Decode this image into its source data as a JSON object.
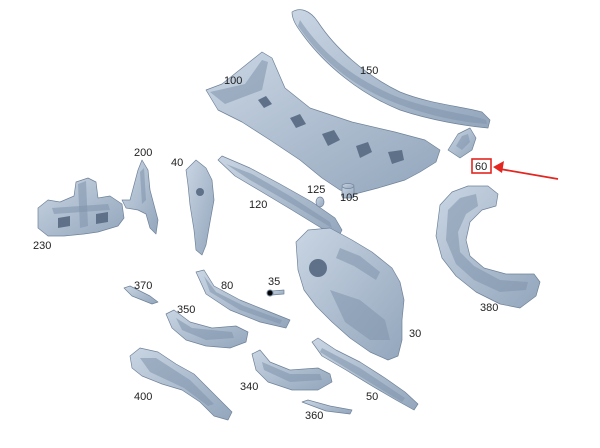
{
  "callouts": [
    {
      "number": "150"
    },
    {
      "number": "100"
    },
    {
      "number": "200"
    },
    {
      "number": "40"
    },
    {
      "number": "125"
    },
    {
      "number": "105"
    },
    {
      "number": "60",
      "highlighted": true
    },
    {
      "number": "120"
    },
    {
      "number": "230"
    },
    {
      "number": "370"
    },
    {
      "number": "80"
    },
    {
      "number": "35"
    },
    {
      "number": "350"
    },
    {
      "number": "380"
    },
    {
      "number": "30"
    },
    {
      "number": "400"
    },
    {
      "number": "340"
    },
    {
      "number": "50"
    },
    {
      "number": "360"
    }
  ],
  "colors": {
    "part_light": "#c9d5e3",
    "part_dark": "#93a6bc",
    "part_stroke": "#6f8299",
    "shade": "#7f93ab",
    "label": "#222222",
    "highlight": "#e3261f"
  }
}
